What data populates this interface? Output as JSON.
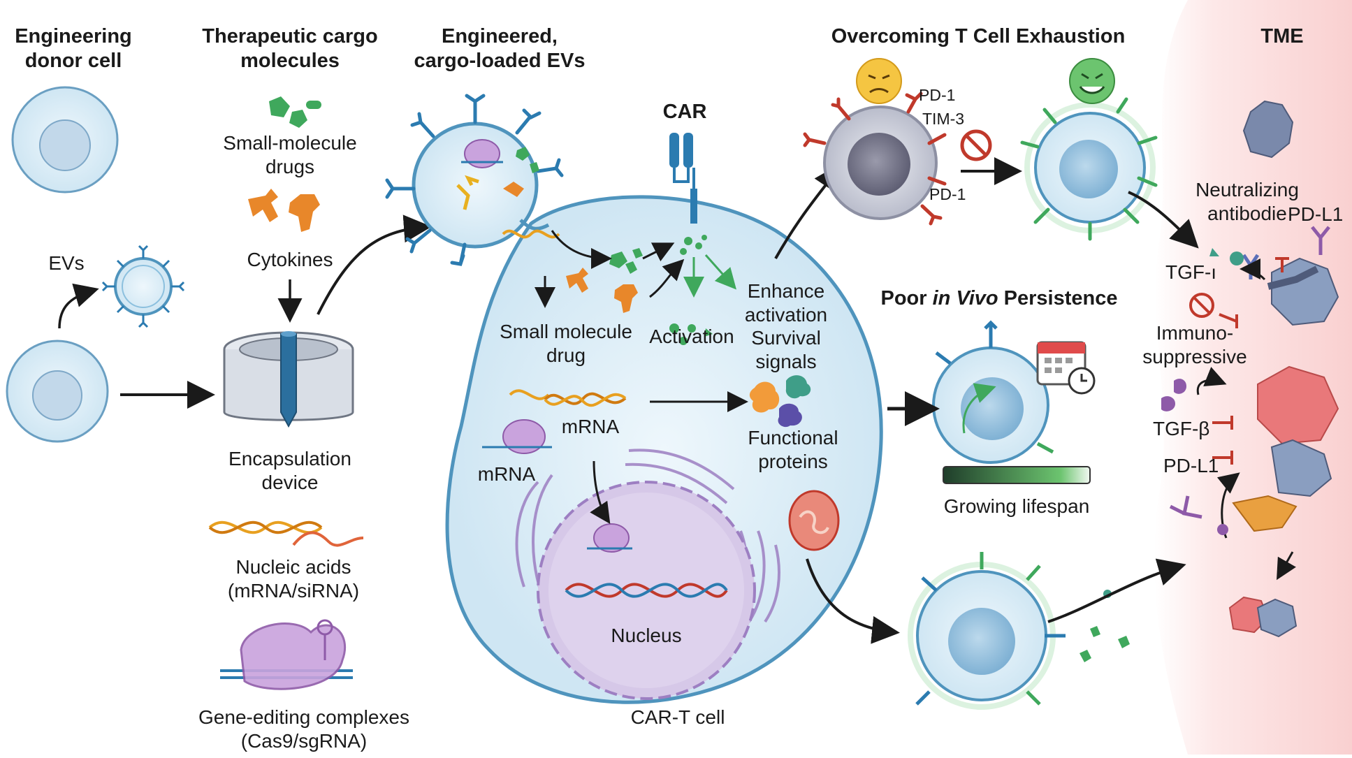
{
  "headings": {
    "donor": "Engineering\ndonor cell",
    "cargo": "Therapeutic cargo\nmolecules",
    "engineered": "Engineered,\ncargo-loaded EVs",
    "exhaustion": "Overcoming T Cell Exhaustion",
    "tme": "TME",
    "car": "CAR",
    "persistence_pre": "Poor ",
    "persistence_em": "in Vivo",
    "persistence_post": " Persistence"
  },
  "labels": {
    "evs": "EVs",
    "small_molecule_drugs": "Small-molecule\ndrugs",
    "cytokines": "Cytokines",
    "encapsulation": "Encapsulation\ndevice",
    "nucleic_acids": "Nucleic acids\n(mRNA/siRNA)",
    "gene_editing": "Gene-editing complexes\n(Cas9/sgRNA)",
    "small_molecule_drug": "Small molecule\ndrug",
    "activation": "Activation",
    "enhance": "Enhance\nactivation\nSurvival\nsignals",
    "mrna_1": "mRNA",
    "mrna_2": "mRNA",
    "functional_proteins": "Functional\nproteins",
    "nucleus": "Nucleus",
    "car_t_cell": "CAR-T cell",
    "pd1_top": "PD-1",
    "tim3": "TIM-3",
    "pd1_bottom": "PD-1",
    "growing_lifespan": "Growing lifespan",
    "neutralizing": "Neutralizing\nantibodie",
    "pdl1_top": "PD-L1",
    "tgf_trunc": "TGF-ı",
    "immuno": "Immuno-\nsuppressive",
    "tgf_beta": "TGF-β",
    "pdl1_bottom": "PD-L1"
  },
  "colors": {
    "cell_fill": "#d9ecf6",
    "cell_stroke": "#4f94bd",
    "nucleus_fill": "#a9cbe3",
    "receptor_blue": "#2b7bb0",
    "green": "#3fa85c",
    "red_inhibit": "#c0392b",
    "tme_pink": "#fbdcdc",
    "purple": "#8e5aa8",
    "orange": "#e8872a"
  }
}
